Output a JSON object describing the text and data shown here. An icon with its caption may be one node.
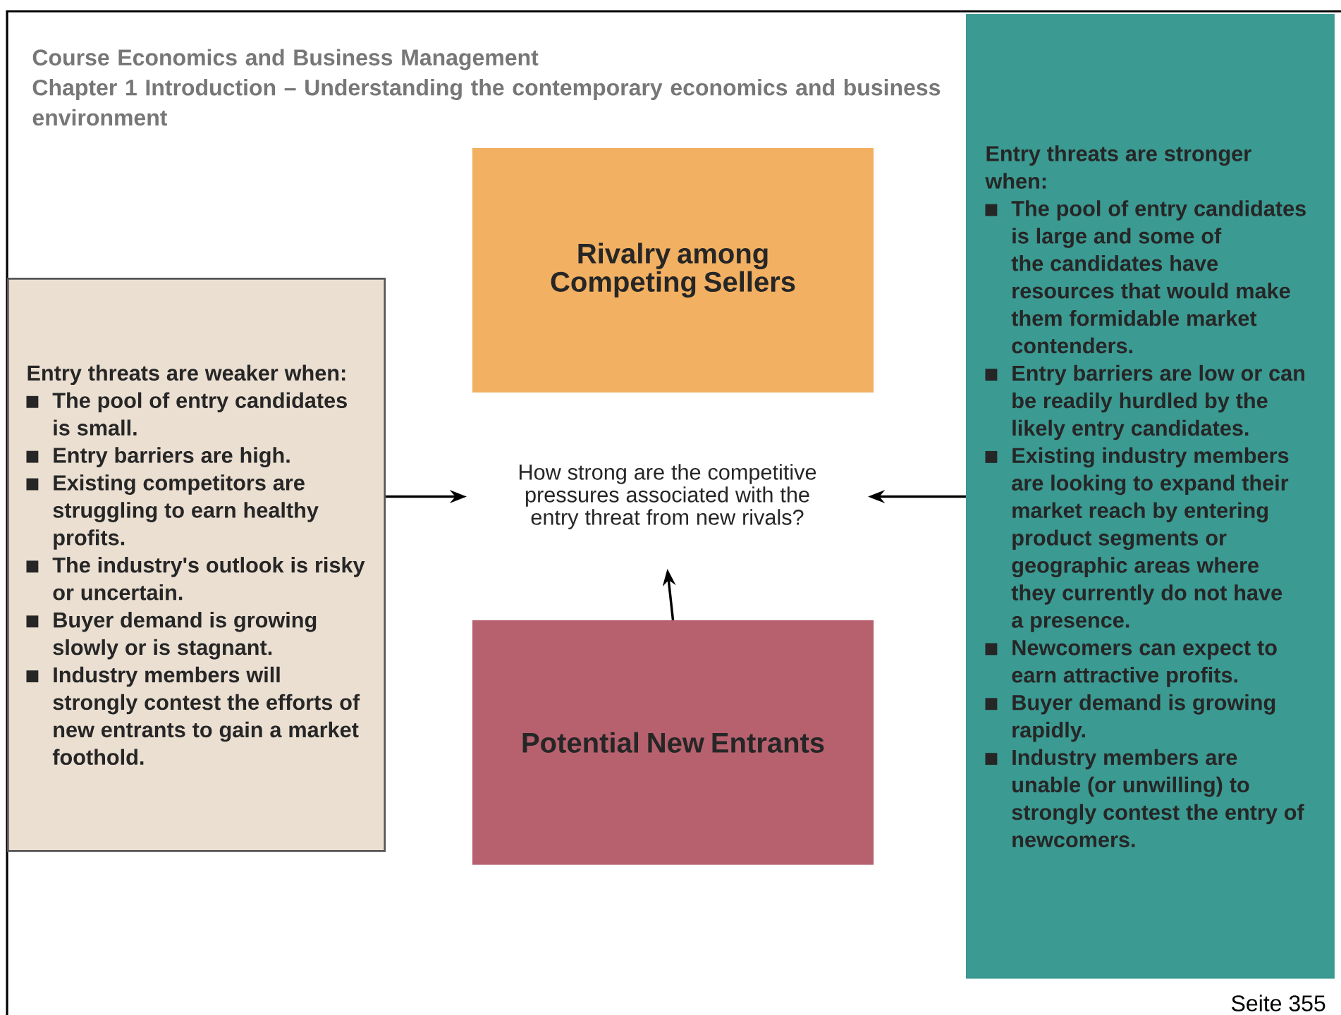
{
  "diagram": {
    "nodes": [
      {
        "text": [
          "Rivalry among Competing Sellers"
        ]
      },
      {
        "text": [
          "Entry threats are weaker when:",
          "The pool of entry candidates is small.",
          "Entry barriers are high.",
          "Existing competitors are struggling to earn healthy profits.",
          "The industry's outlook is risky or uncertain.",
          "Buyer demand is growing slowly or is stagnant.",
          "Industry members will strongly contest the efforts of new entrants to gain a market foothold."
        ]
      },
      {
        "text": [
          "How strong are the competitive pressures associated with the entry threat from new rivals?"
        ]
      },
      {
        "text": [
          "Potential New Entrants"
        ]
      },
      {
        "text": [
          "Entry threats are stronger when:",
          "The pool of entry candidates is large and some of the candidates have resources that would make them formidable market contenders.",
          "Entry barriers are low or can be readily hurdled by the likely entry candidates.",
          "Existing industry members are looking to expand their market reach by entering product segments or geographic areas where they currently do not have a presence.",
          "Newcomers can expect to earn attractive profits.",
          "Buyer demand is growing rapidly.",
          "Industry members are unable (or unwilling) to strongly contest the entry of newcomers."
        ]
      }
    ],
    "edges": [
      {
        "from": 1,
        "to": 2,
        "arrow": "to"
      },
      {
        "from": 4,
        "to": 2,
        "arrow": "to"
      },
      {
        "from": 3,
        "to": 2,
        "arrow": "to"
      }
    ],
    "labels": [
      "Course Economics and Business Management",
      "Chapter 1 Introduction – Understanding the contemporary economics and business environment",
      "Seite 355"
    ]
  }
}
